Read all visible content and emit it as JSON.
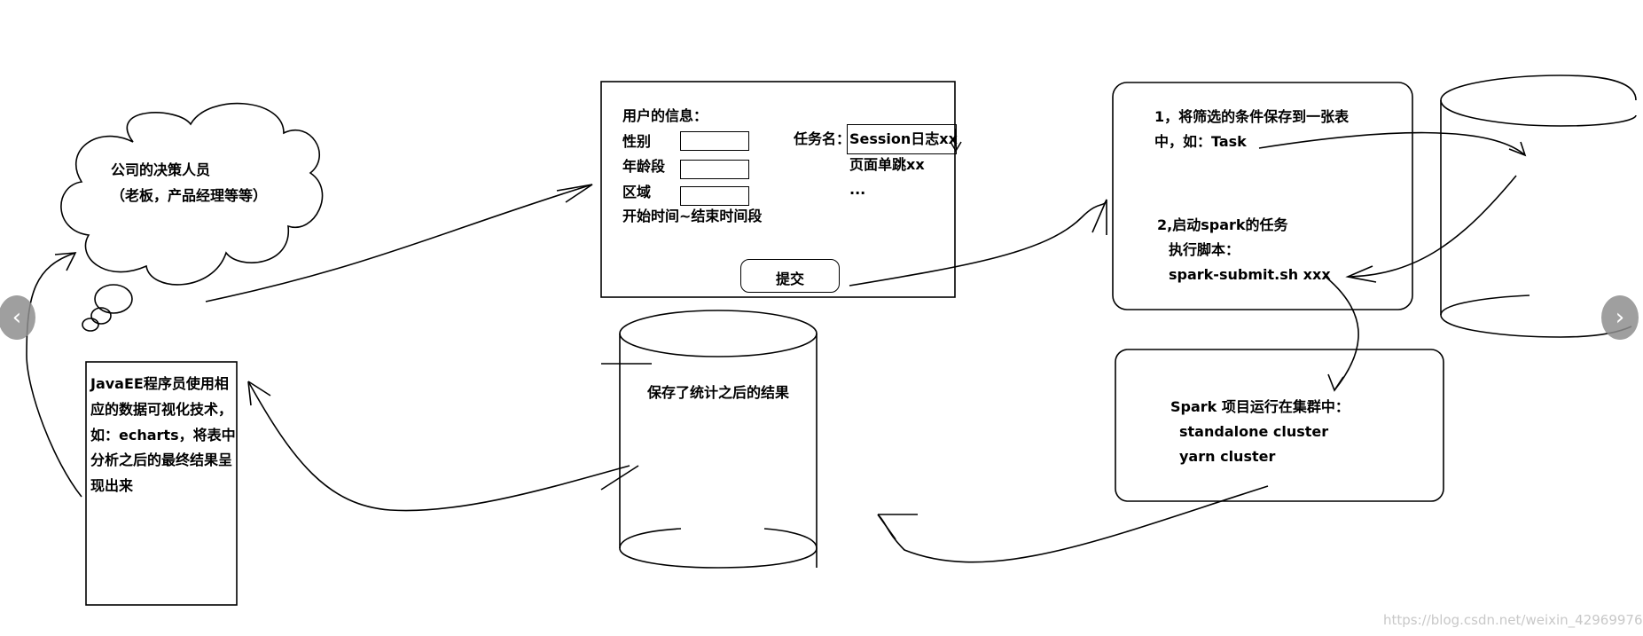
{
  "cloud": {
    "line1": "公司的决策人员",
    "line2": "（老板，产品经理等等）"
  },
  "form": {
    "heading": "用户的信息：",
    "gender_label": "性别",
    "age_label": "年龄段",
    "region_label": "区域",
    "time_label": "开始时间~结束时间段",
    "task_label": "任务名：",
    "task_options": [
      "Session日志xx",
      "页面单跳xx",
      "..."
    ],
    "submit_label": "提交"
  },
  "step_box": {
    "line1": "1，将筛选的条件保存到一张表",
    "line2": "中，如：Task",
    "line3": "2,启动spark的任务",
    "line4": "执行脚本：",
    "line5": "spark-submit.sh xxx"
  },
  "cluster_box": {
    "line1": "Spark 项目运行在集群中：",
    "line2": "standalone cluster",
    "line3": "yarn cluster"
  },
  "result_db": {
    "label": "保存了统计之后的结果"
  },
  "javaee_box": {
    "line1": "JavaEE程序员使用相",
    "line2": "应的数据可视化技术，",
    "line3": "如：echarts，将表中",
    "line4": "分析之后的最终结果呈",
    "line5": "现出来"
  },
  "nav": {
    "prev": "‹",
    "next": "›"
  },
  "watermark": "https://blog.csdn.net/weixin_42969976"
}
